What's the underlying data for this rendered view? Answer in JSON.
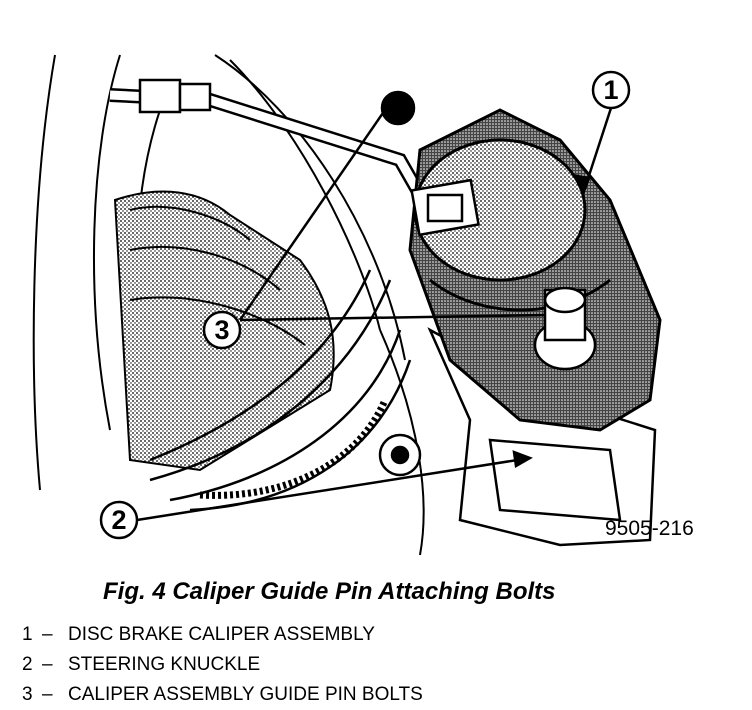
{
  "figure": {
    "id": "9505-216",
    "title": "Fig. 4 Caliper Guide Pin Attaching Bolts"
  },
  "callouts": [
    {
      "number": "1",
      "label": "DISC BRAKE CALIPER ASSEMBLY"
    },
    {
      "number": "2",
      "label": "STEERING KNUCKLE"
    },
    {
      "number": "3",
      "label": "CALIPER ASSEMBLY GUIDE PIN BOLTS"
    }
  ],
  "separator": "–"
}
